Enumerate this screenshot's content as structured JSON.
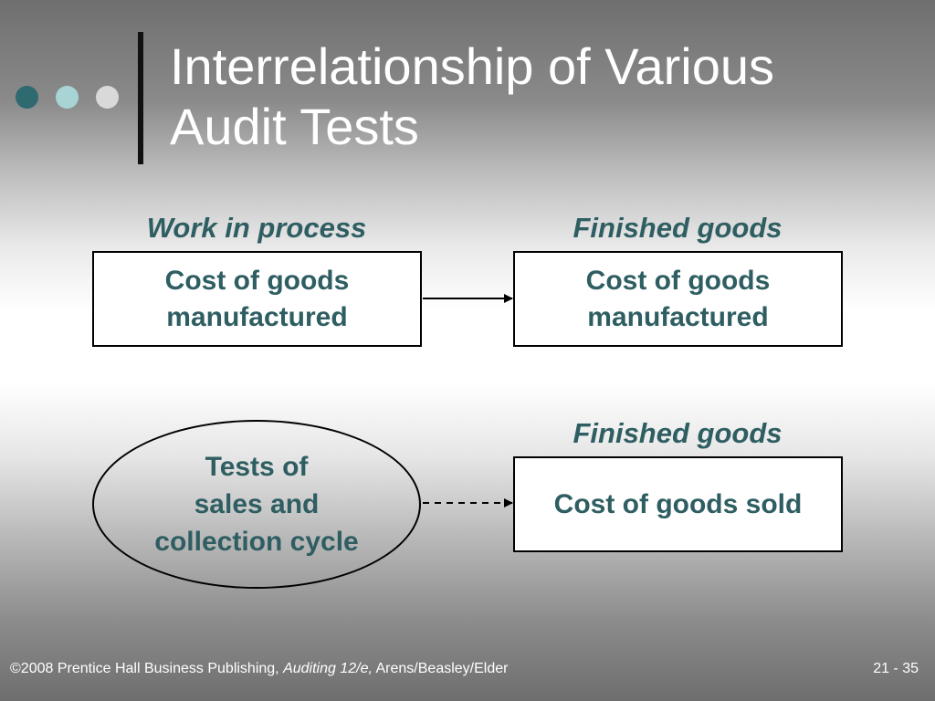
{
  "slide": {
    "title_line1": "Interrelationship of Various",
    "title_line2": "Audit Tests"
  },
  "diagram": {
    "top_left_header": "Work in process",
    "top_right_header": "Finished goods",
    "top_left_box": {
      "line1": "Cost of goods",
      "line2": "manufactured"
    },
    "top_right_box": {
      "line1": "Cost of goods",
      "line2": "manufactured"
    },
    "bottom_right_header": "Finished goods",
    "bottom_right_box": "Cost of goods sold",
    "ellipse": {
      "line1": "Tests of",
      "line2": "sales and",
      "line3": "collection cycle"
    }
  },
  "footer": {
    "copyright": "©2008 Prentice Hall Business Publishing,",
    "book": "Auditing 12/e,",
    "authors": "Arens/Beasley/Elder",
    "page": "21 - 35"
  },
  "colors": {
    "accent_text": "#2f5e62",
    "dot1": "#2f6a70",
    "dot2": "#a8d4d6",
    "dot3": "#d9d9d9"
  }
}
